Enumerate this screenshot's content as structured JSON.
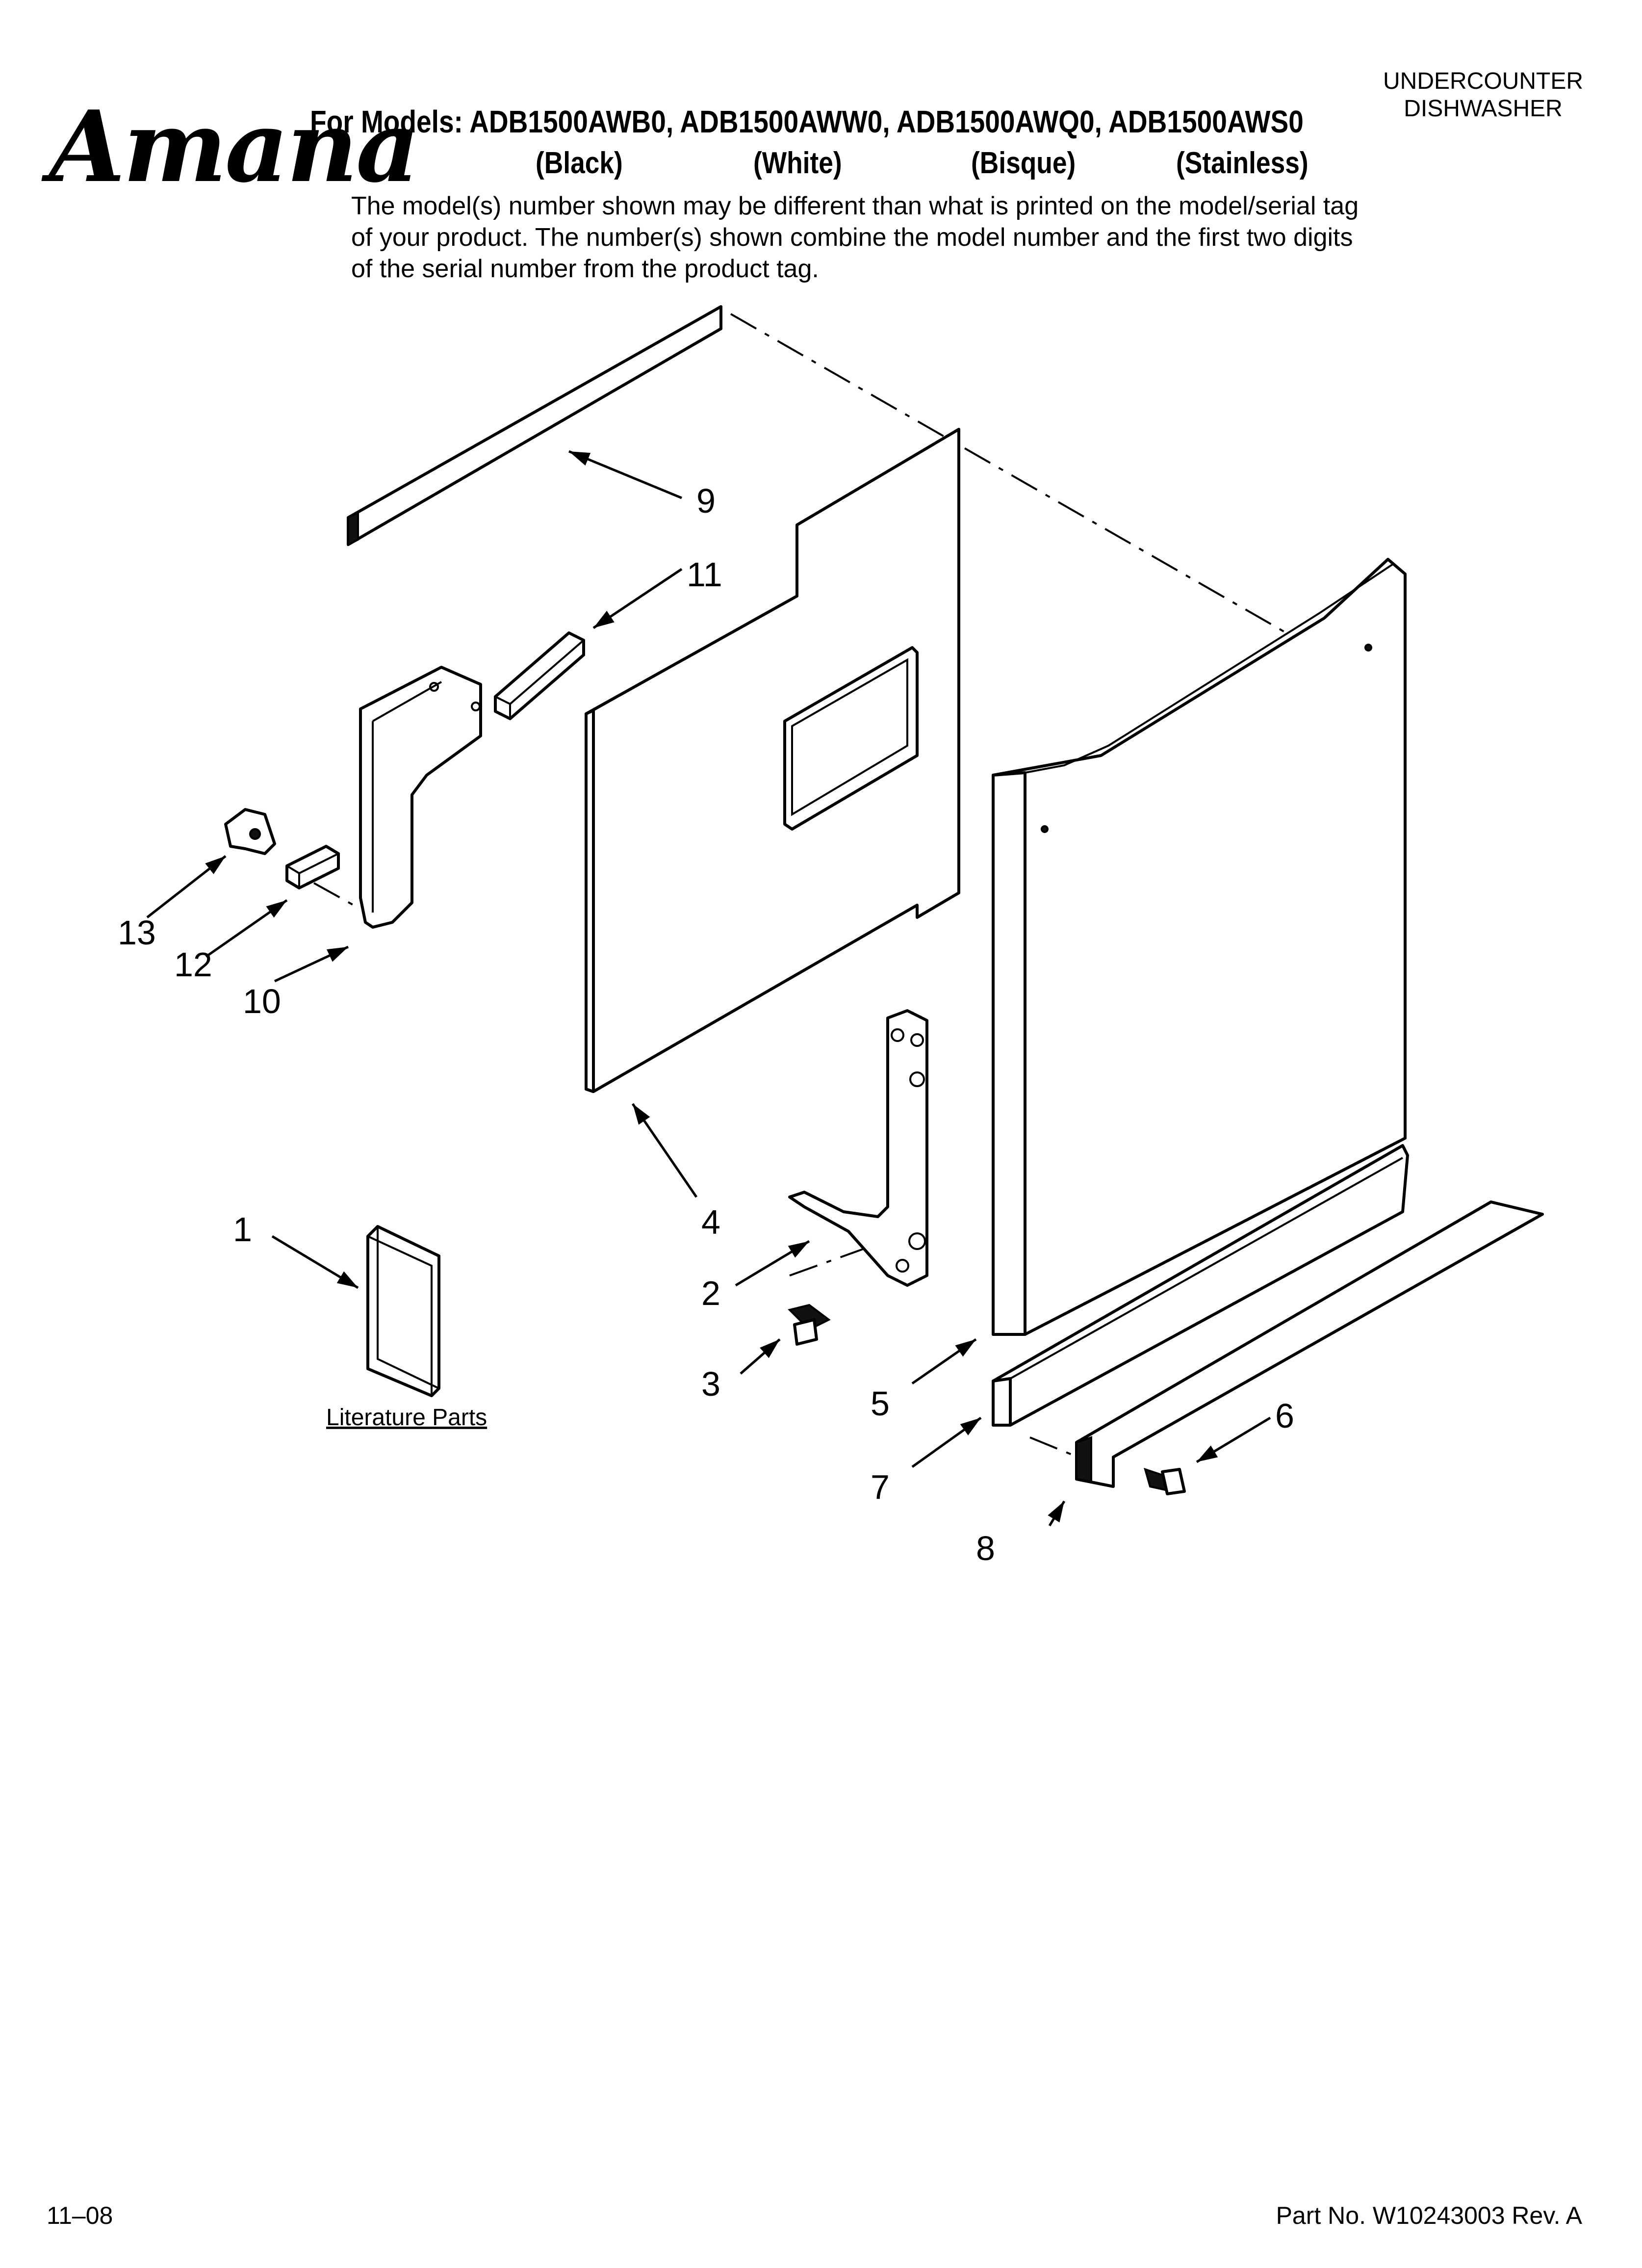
{
  "header": {
    "category_line1": "UNDERCOUNTER",
    "category_line2": "DISHWASHER",
    "brand": "Amana",
    "models_line": "For Models: ADB1500AWB0, ADB1500AWW0, ADB1500AWQ0, ADB1500AWS0",
    "variants": [
      "(Black)",
      "(White)",
      "(Bisque)",
      "(Stainless)"
    ],
    "disclaimer": "The model(s) number shown may be different than what is printed on the model/serial tag of your product. The number(s) shown combine the model number and the first two digits of the serial number from the product tag."
  },
  "diagram": {
    "callouts": [
      "1",
      "2",
      "3",
      "4",
      "5",
      "6",
      "7",
      "8",
      "9",
      "10",
      "11",
      "12",
      "13"
    ],
    "literature_label": "Literature Parts"
  },
  "footer": {
    "date": "11–08",
    "part_no": "Part No. W10243003 Rev. A"
  }
}
